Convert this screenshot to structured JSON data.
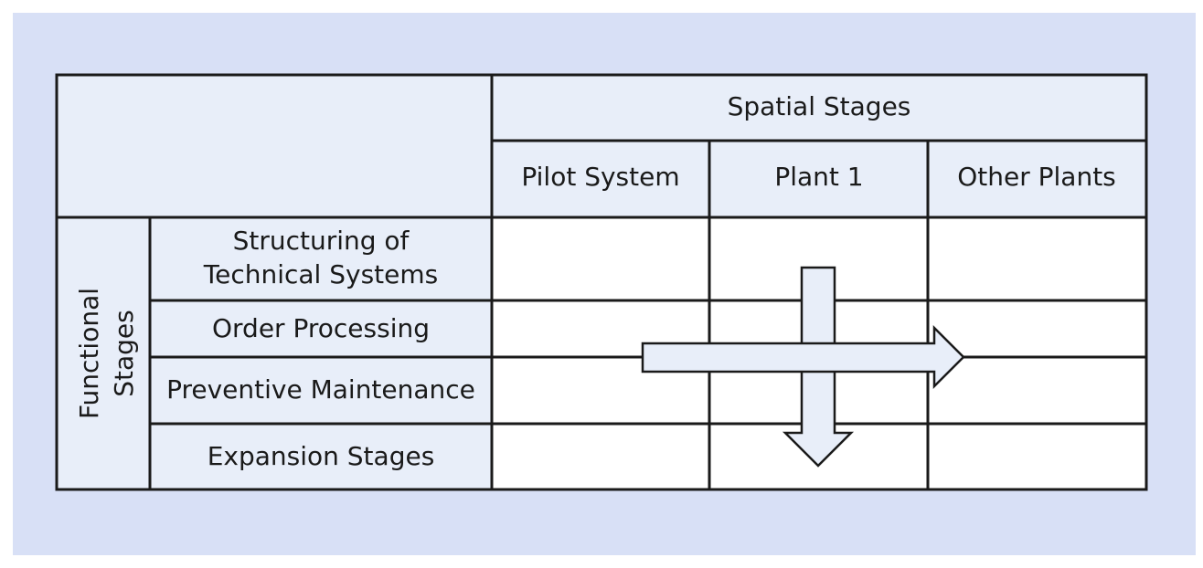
{
  "header": {
    "spatial_title": "Spatial Stages",
    "columns": [
      "Pilot System",
      "Plant 1",
      "Other Plants"
    ]
  },
  "side": {
    "functional_title_line1": "Functional",
    "functional_title_line2": "Stages"
  },
  "rows": [
    {
      "label_line1": "Structuring of",
      "label_line2": "Technical Systems"
    },
    {
      "label_line1": "Order Processing"
    },
    {
      "label_line1": "Preventive Maintenance"
    },
    {
      "label_line1": "Expansion Stages"
    }
  ],
  "colors": {
    "background": "#d8e0f6",
    "header_fill": "#e8eef9",
    "cell_fill": "#ffffff",
    "grid_line": "#1a1a1a",
    "arrow_fill": "#e8eef9"
  }
}
